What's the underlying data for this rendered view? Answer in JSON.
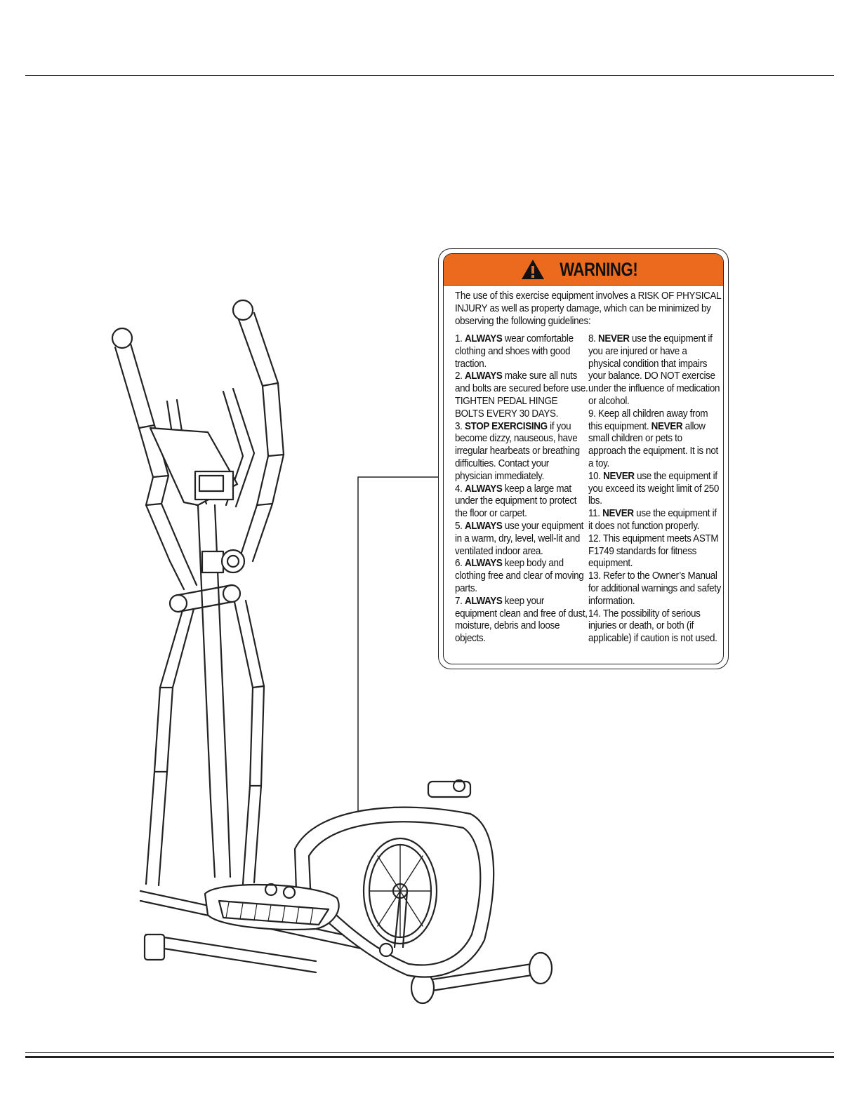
{
  "warning": {
    "title": "WARNING!",
    "icon": "warning-triangle-icon",
    "header_color": "#ec6a1e",
    "intro": "The use of this exercise equipment involves a RISK OF PHYSICAL INJURY  as well as property damage, which can be minimized by observing the following guidelines:",
    "left_items": [
      {
        "num": "1. ",
        "kw": "ALWAYS",
        "text": " wear comfortable clothing and shoes with good traction."
      },
      {
        "num": "2. ",
        "kw": "ALWAYS",
        "text": " make sure all nuts and bolts are secured before use. TIGHTEN PEDAL HINGE BOLTS EVERY 30 DAYS."
      },
      {
        "num": "3. ",
        "kw": "STOP EXERCISING",
        "text": "  if you become dizzy, nauseous, have irregular hearbeats or breathing difficulties. Contact your physician immediately."
      },
      {
        "num": "4. ",
        "kw": "ALWAYS",
        "text": " keep a large mat under the equipment to protect the floor or carpet."
      },
      {
        "num": "5. ",
        "kw": "ALWAYS",
        "text": " use your equipment in a warm, dry, level, well-lit and ventilated indoor area."
      },
      {
        "num": "6. ",
        "kw": "ALWAYS",
        "text": " keep body and clothing free and clear of moving parts."
      },
      {
        "num": "7. ",
        "kw": "ALWAYS",
        "text": " keep your equipment clean and free of dust, moisture, debris and loose objects."
      }
    ],
    "right_items": [
      {
        "num": "8. ",
        "kw": "NEVER",
        "text": " use the equipment if you are injured or have a physical condition that impairs your balance. DO NOT exercise under the influence of medication or alcohol."
      },
      {
        "num": "9. ",
        "kw": "",
        "text": "Keep all children away from this equipment. ",
        "kw2": "NEVER",
        "text2": " allow small children or pets to approach the equipment. It is not a toy."
      },
      {
        "num": "10. ",
        "kw": "NEVER",
        "text": " use the equipment if you exceed its weight limit of 250 lbs."
      },
      {
        "num": "11. ",
        "kw": "NEVER",
        "text": " use the equipment if it does not function properly."
      },
      {
        "num": "12. ",
        "kw": "",
        "text": "This equipment meets ASTM F1749 standards for fitness equipment."
      },
      {
        "num": "13. ",
        "kw": "",
        "text": "Refer to the Owner’s Manual for additional warnings and safety information."
      },
      {
        "num": "14. ",
        "kw": "",
        "text": "The possibility of serious injuries or death, or both (if applicable) if caution is not used."
      }
    ]
  }
}
